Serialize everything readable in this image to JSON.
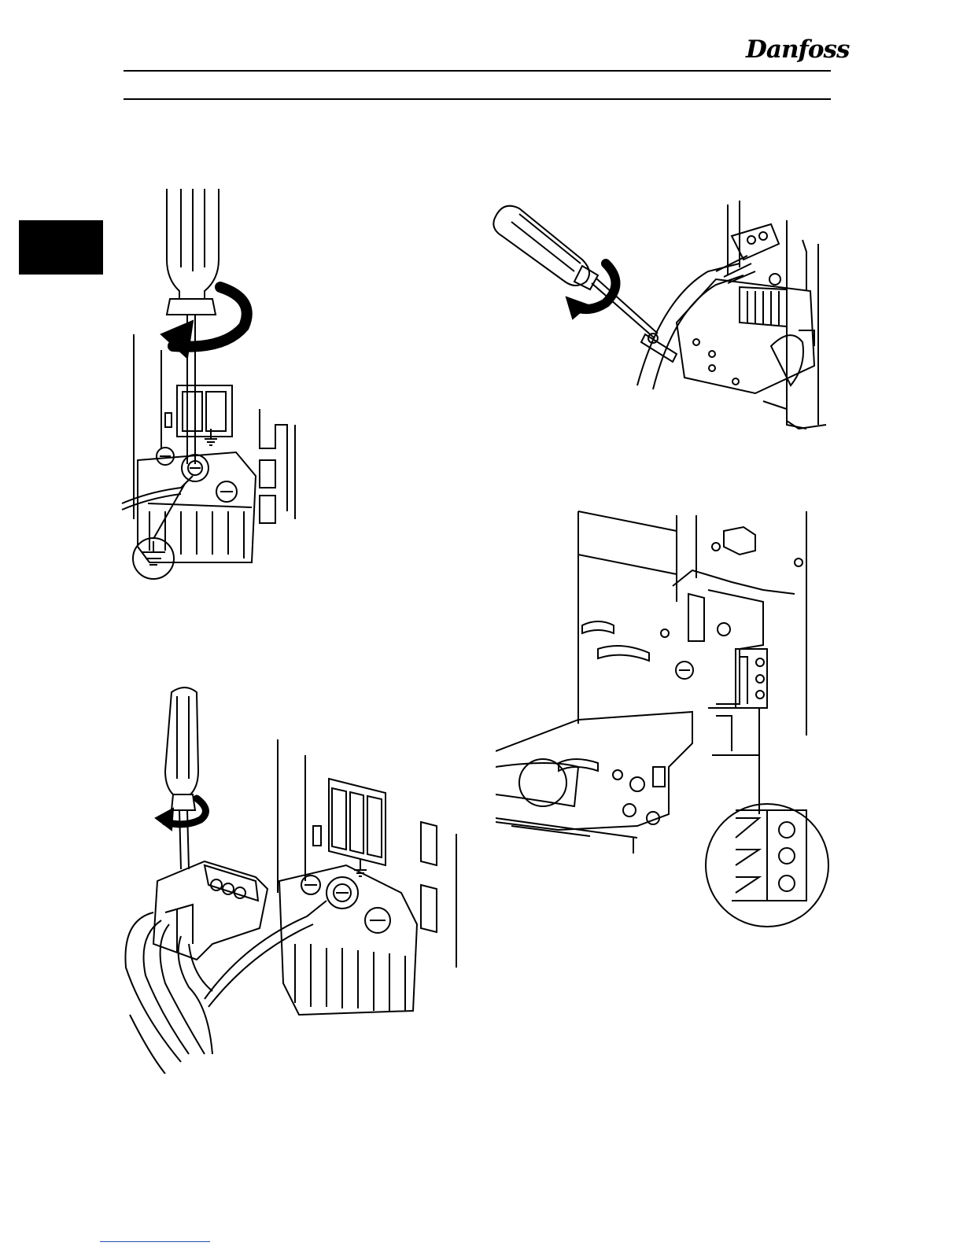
{
  "header": {
    "brand": "Danfoss"
  },
  "figures": [
    {
      "icon": "ground-terminal-screwdriver-illustration"
    },
    {
      "icon": "cable-clamp-screwdriver-illustration"
    },
    {
      "icon": "plug-connector-screwdriver-illustration"
    },
    {
      "icon": "terminal-block-detail-illustration"
    }
  ],
  "colors": {
    "line": "#000000",
    "background": "#ffffff",
    "footer_link": "#2a4bb7"
  }
}
